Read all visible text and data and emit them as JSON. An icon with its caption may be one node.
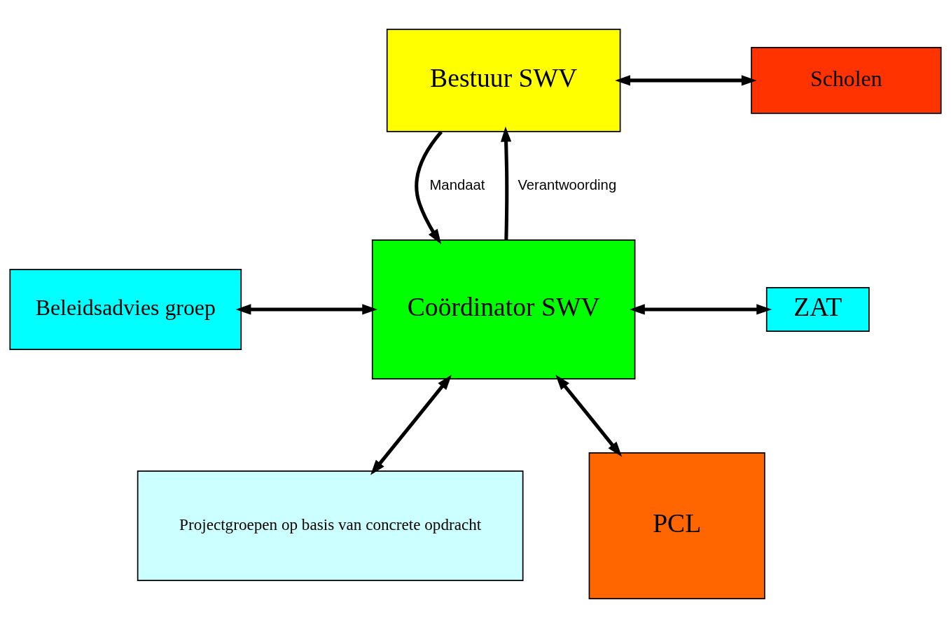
{
  "diagram": {
    "nodes": [
      {
        "text": [
          "Bestuur SWV"
        ]
      },
      {
        "text": [
          "Scholen"
        ]
      },
      {
        "text": [
          "Beleidsadvies groep"
        ]
      },
      {
        "text": [
          "Coördinator SWV"
        ]
      },
      {
        "text": [
          "ZAT"
        ]
      },
      {
        "text": [
          "Projectgroepen op basis van concrete opdracht"
        ]
      },
      {
        "text": [
          "PCL"
        ]
      }
    ],
    "edges": [
      {
        "from": 0,
        "to": 1,
        "arrow": "both"
      },
      {
        "from": 0,
        "to": 3,
        "arrow": "to",
        "label": "Mandaat"
      },
      {
        "from": 3,
        "to": 0,
        "arrow": "to",
        "label": "Verantwoording"
      },
      {
        "from": 2,
        "to": 3,
        "arrow": "both"
      },
      {
        "from": 3,
        "to": 4,
        "arrow": "both"
      },
      {
        "from": 3,
        "to": 5,
        "arrow": "both"
      },
      {
        "from": 3,
        "to": 6,
        "arrow": "both"
      }
    ]
  }
}
